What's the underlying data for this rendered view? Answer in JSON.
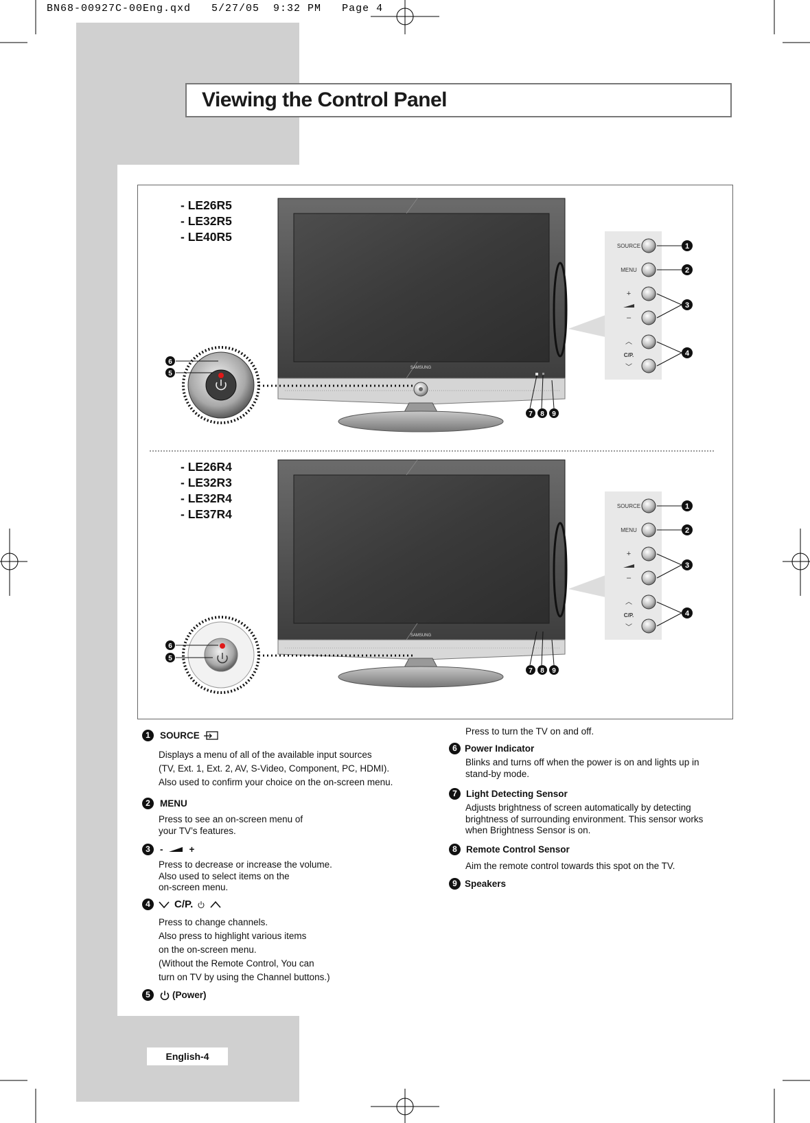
{
  "slug": "BN68-00927C-00Eng.qxd   5/27/05  9:32 PM   Page 4",
  "title": "Viewing the Control Panel",
  "tv_brand": "SAMSUNG",
  "figure_top": {
    "models": [
      "- LE26R5",
      "- LE32R5",
      "- LE40R5"
    ],
    "panel": {
      "source": "SOURCE",
      "menu": "MENU",
      "plus": "+",
      "minus": "–",
      "cp": "C/P."
    }
  },
  "figure_bottom": {
    "models": [
      "- LE26R4",
      "- LE32R3",
      "- LE32R4",
      "- LE37R4"
    ],
    "panel": {
      "source": "SOURCE",
      "menu": "MENU",
      "plus": "+",
      "minus": "–",
      "cp": "C/P."
    }
  },
  "items": {
    "source": {
      "num": "1",
      "title": "SOURCE",
      "lines": [
        "Displays a menu of all of the available input sources",
        "(TV, Ext. 1, Ext. 2, AV, S-Video, Component, PC, HDMI).",
        "Also used to confirm your choice on the on-screen menu."
      ]
    },
    "menu": {
      "num": "2",
      "title": "MENU",
      "lines": [
        "Press to see an on-screen menu of",
        "your TV’s features."
      ]
    },
    "volume": {
      "num": "3",
      "title_minus": "-",
      "title_plus": "+",
      "lines": [
        "Press to decrease or increase the volume.",
        "Also used to select items on the",
        "on-screen menu."
      ]
    },
    "channel": {
      "num": "4",
      "title": "C/P.",
      "lines": [
        "Press to change channels.",
        "Also press to highlight various items",
        "on the on-screen menu.",
        "(Without the Remote Control, You can",
        "turn on TV by using the Channel buttons.)"
      ]
    },
    "power": {
      "num": "5",
      "title": "(Power)",
      "lines": [
        "Press to turn the TV on and off."
      ]
    },
    "power_indicator": {
      "num": "6",
      "title": "Power Indicator",
      "lines": [
        "Blinks and turns off when the power is on and lights up in",
        "stand-by mode."
      ]
    },
    "light_sensor": {
      "num": "7",
      "title": "Light Detecting Sensor",
      "lines": [
        "Adjusts brightness of screen automatically by detecting",
        "brightness of surrounding environment. This sensor works",
        "when Brightness Sensor is on."
      ]
    },
    "remote_sensor": {
      "num": "8",
      "title": "Remote Control Sensor",
      "lines": [
        "Aim the remote control towards this spot on the TV."
      ]
    },
    "speakers": {
      "num": "9",
      "title": "Speakers"
    }
  },
  "footer": "English-4"
}
